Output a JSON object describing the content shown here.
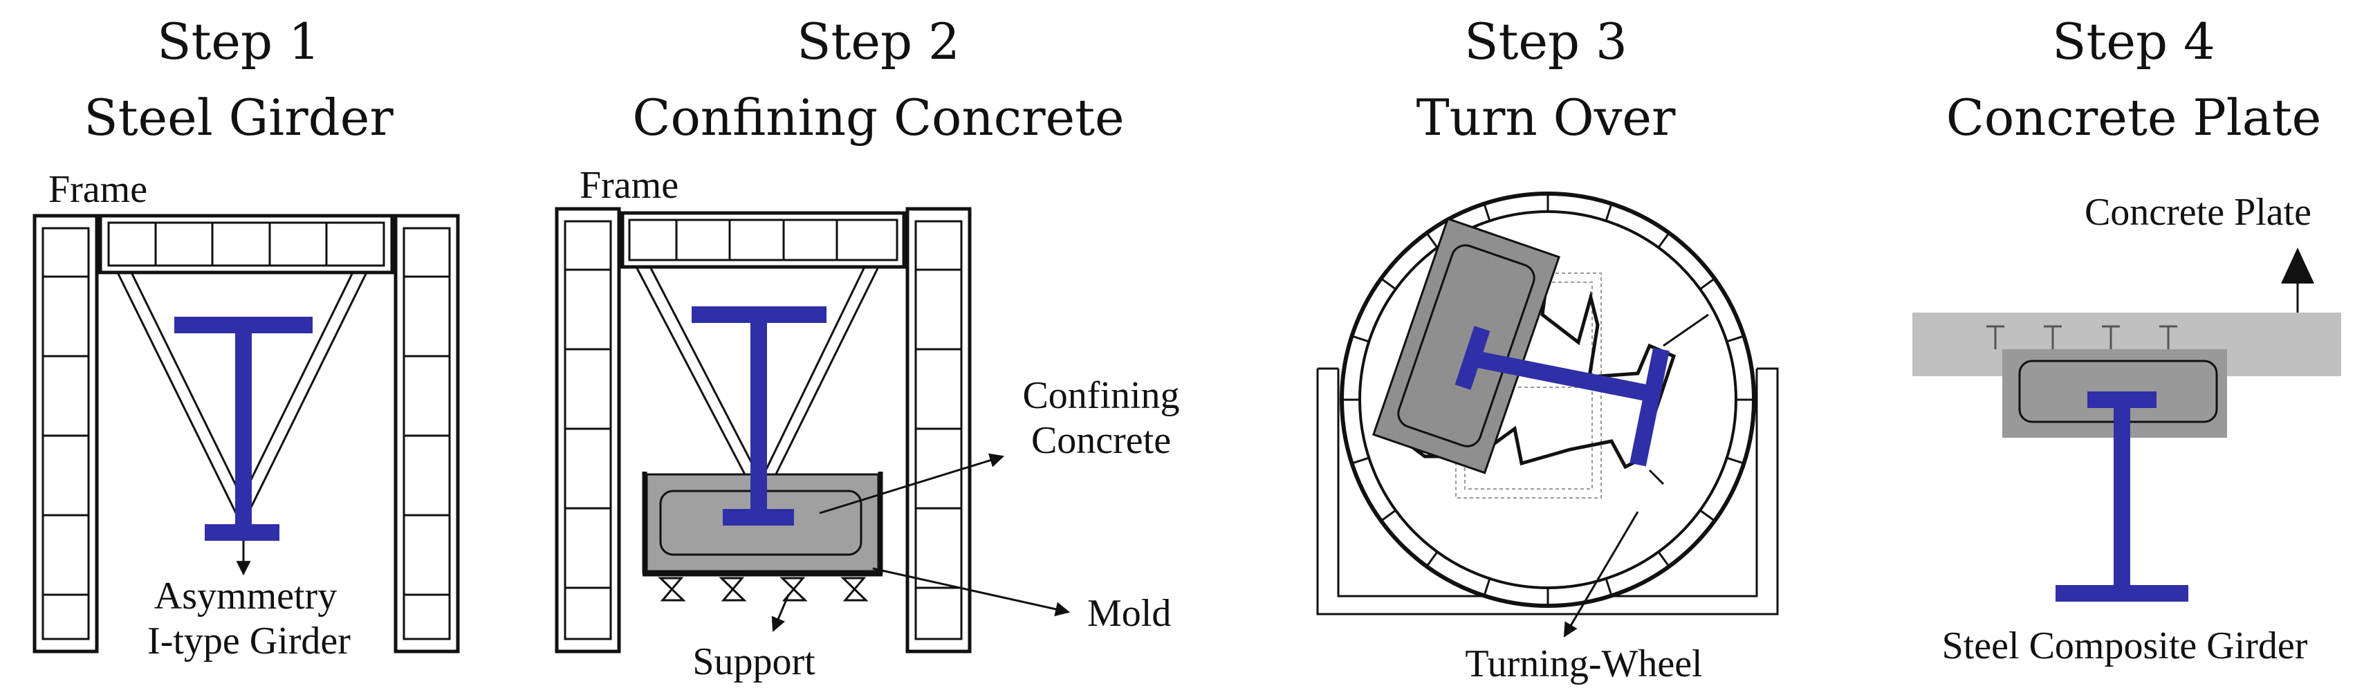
{
  "steps": [
    {
      "step": "Step 1",
      "title": "Steel Girder"
    },
    {
      "step": "Step 2",
      "title": "Confining Concrete"
    },
    {
      "step": "Step 3",
      "title": "Turn Over"
    },
    {
      "step": "Step 4",
      "title": "Concrete Plate"
    }
  ],
  "labels": {
    "frame_1": "Frame",
    "asym_line1": "Asymmetry",
    "asym_line2": "I-type Girder",
    "frame_2": "Frame",
    "confining_line1": "Confining",
    "confining_line2": "Concrete",
    "mold": "Mold",
    "support": "Support",
    "turning_wheel": "Turning-Wheel",
    "concrete_plate": "Concrete Plate",
    "composite_girder": "Steel Composite Girder"
  },
  "colors": {
    "girder": "#2f2fa8",
    "concrete": "#a0a0a0",
    "plate": "#c0c0c0",
    "outline": "#111111"
  }
}
